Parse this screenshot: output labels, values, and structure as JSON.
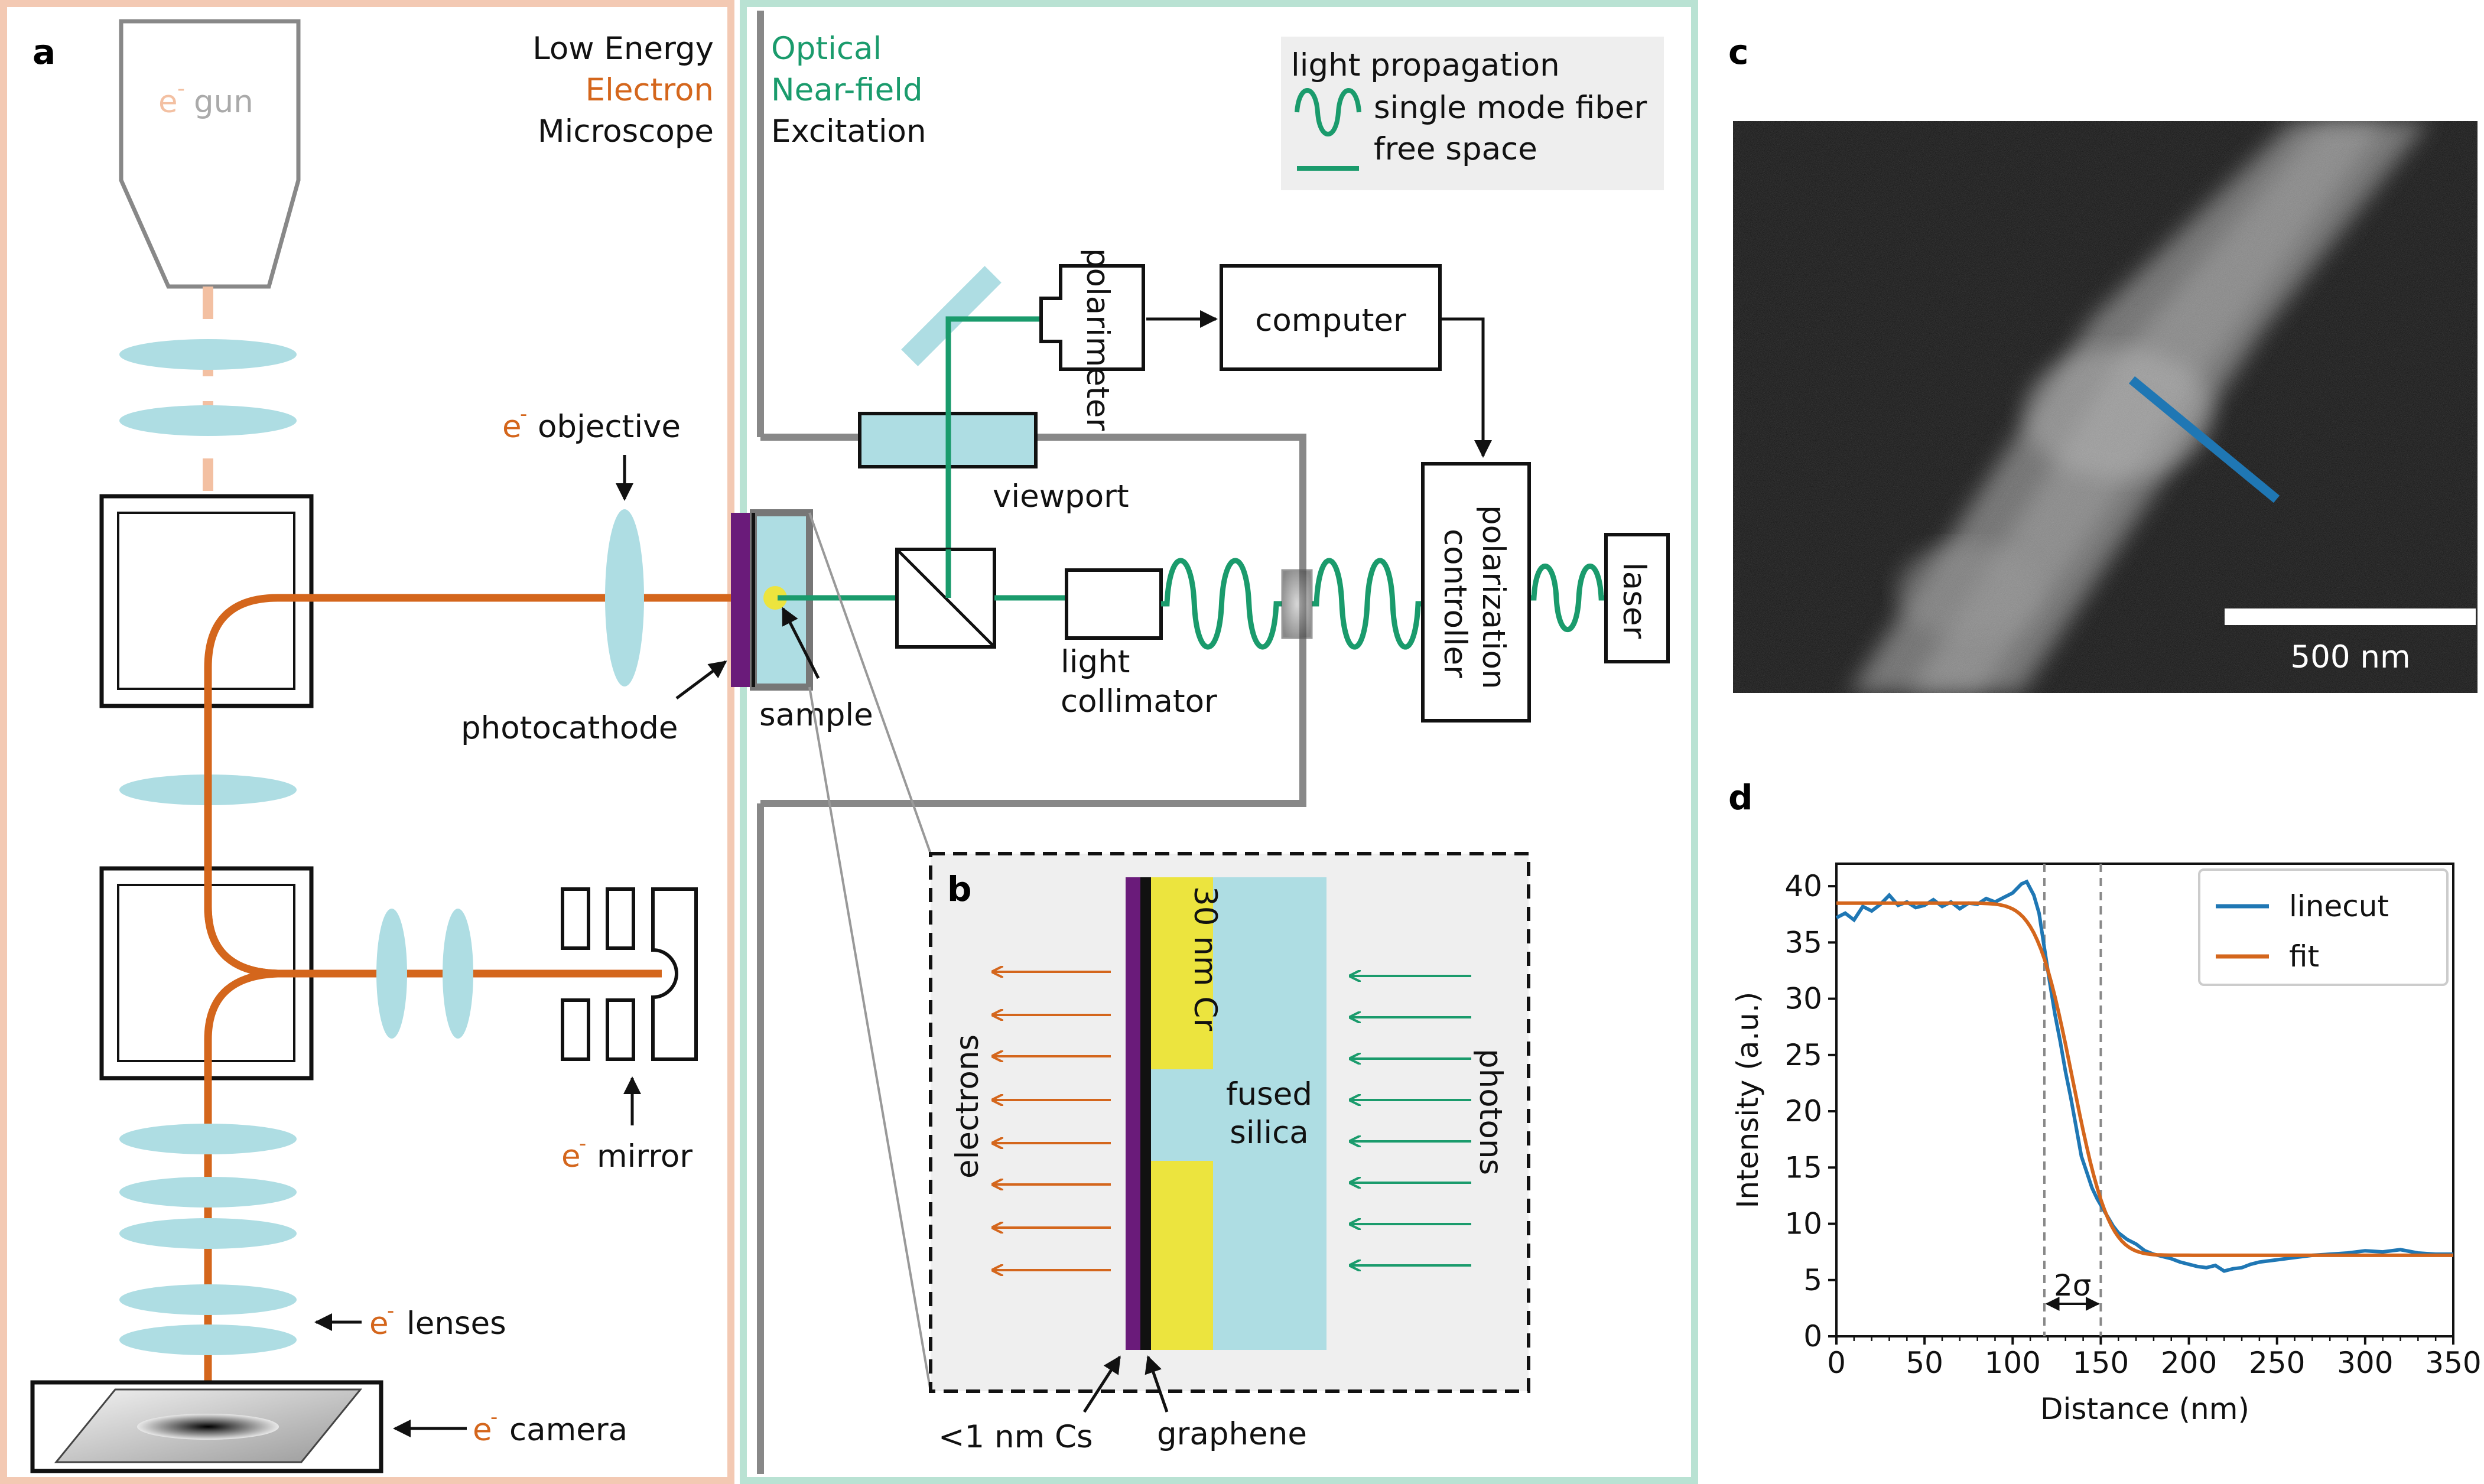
{
  "panels": {
    "a": "a",
    "b": "b",
    "c": "c",
    "d": "d"
  },
  "microscope": {
    "line1": "Low Energy",
    "line2": "Electron",
    "line3": "Microscope",
    "gun_label": "gun",
    "objective_label": "objective",
    "photocathode_label": "photocathode",
    "mirror_label": "mirror",
    "lenses_label": "lenses",
    "camera_label": "camera",
    "electron_symbol": "e",
    "electron_sup": "-"
  },
  "optical": {
    "line1": "Optical",
    "line2": "Near-field",
    "line3": "Excitation",
    "polarimeter": "polarimeter",
    "computer": "computer",
    "viewport": "viewport",
    "sample": "sample",
    "light_collimator_1": "light",
    "light_collimator_2": "collimator",
    "polarization_controller_1": "polarization",
    "polarization_controller_2": "controller",
    "laser": "laser"
  },
  "legend_light": {
    "title": "light propagation",
    "fiber": "single mode fiber",
    "free_space": "free space"
  },
  "inset_b": {
    "cr_layer": "30 nm Cr",
    "silica_1": "fused",
    "silica_2": "silica",
    "electrons": "electrons",
    "photons": "photons",
    "cs_label": "<1 nm Cs",
    "graphene_label": "graphene"
  },
  "image_c": {
    "scalebar_label": "500 nm"
  },
  "colors": {
    "orange": "#d4661c",
    "green": "#1a9b6c",
    "lightblue": "#aedde3",
    "purple": "#6a1b7a",
    "yellow": "#ece43e",
    "left_frame": "#f3c9b3",
    "right_frame": "#b9e2d3",
    "blue_line": "#1f77b4",
    "fit_line": "#d4661c"
  },
  "chart_data": {
    "type": "line",
    "xlabel": "Distance (nm)",
    "ylabel": "Intensity (a.u.)",
    "xlim": [
      0,
      350
    ],
    "ylim": [
      0,
      42
    ],
    "xticks": [
      "0",
      "50",
      "100",
      "150",
      "200",
      "250",
      "300",
      "350"
    ],
    "yticks": [
      "0",
      "5",
      "10",
      "15",
      "20",
      "25",
      "30",
      "35",
      "40"
    ],
    "annotation": "2σ",
    "sigma_markers_x": [
      118,
      150
    ],
    "legend_position": "top-right",
    "series": [
      {
        "name": "linecut",
        "color": "#1f77b4",
        "x": [
          0,
          5,
          10,
          15,
          20,
          25,
          30,
          35,
          40,
          45,
          50,
          55,
          60,
          65,
          70,
          75,
          80,
          85,
          90,
          95,
          100,
          105,
          108,
          112,
          115,
          118,
          121,
          124,
          127,
          130,
          133,
          136,
          139,
          142,
          145,
          148,
          151,
          154,
          157,
          160,
          165,
          170,
          175,
          180,
          185,
          190,
          195,
          200,
          205,
          210,
          215,
          220,
          225,
          230,
          235,
          240,
          250,
          260,
          270,
          280,
          290,
          300,
          310,
          320,
          330,
          340,
          350
        ],
        "y": [
          37.2,
          37.6,
          37.0,
          38.2,
          37.8,
          38.4,
          39.2,
          38.3,
          38.6,
          38.1,
          38.3,
          38.8,
          38.2,
          38.6,
          38.0,
          38.5,
          38.4,
          38.9,
          38.6,
          39.0,
          39.4,
          40.2,
          40.4,
          39.2,
          37.6,
          34.5,
          31.5,
          28.6,
          26.2,
          23.5,
          21.2,
          18.6,
          16.0,
          14.6,
          13.2,
          12.2,
          11.4,
          10.6,
          9.8,
          9.2,
          8.6,
          8.2,
          7.6,
          7.3,
          7.1,
          6.9,
          6.6,
          6.4,
          6.2,
          6.1,
          6.3,
          5.8,
          6.0,
          6.1,
          6.4,
          6.6,
          6.8,
          7.0,
          7.2,
          7.3,
          7.4,
          7.6,
          7.5,
          7.7,
          7.4,
          7.3,
          7.3
        ]
      },
      {
        "name": "fit",
        "color": "#d4661c",
        "model": "error-function step",
        "plateau_high": 38.5,
        "plateau_low": 7.2,
        "center": 134,
        "sigma": 16
      }
    ]
  }
}
